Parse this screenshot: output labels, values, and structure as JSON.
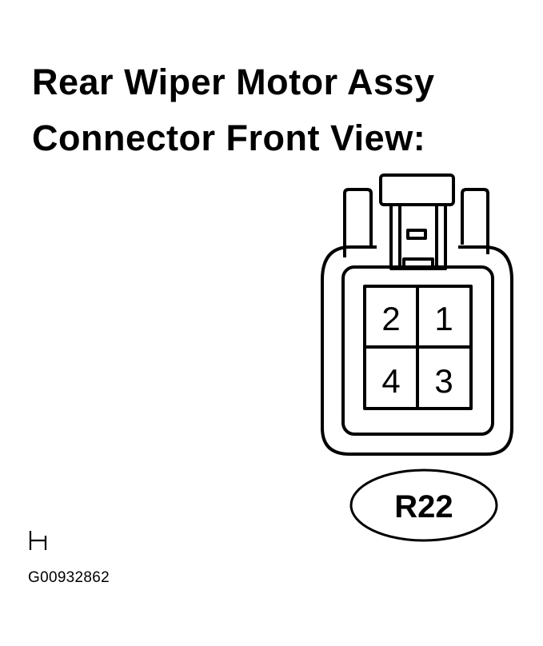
{
  "title": {
    "line1": "Rear Wiper Motor Assy",
    "line2": "Connector Front View:"
  },
  "connector": {
    "code": "R22",
    "pins": {
      "top_left": "2",
      "top_right": "1",
      "bottom_left": "4",
      "bottom_right": "3"
    }
  },
  "figure_marker": "H",
  "figure_id": "G00932862"
}
